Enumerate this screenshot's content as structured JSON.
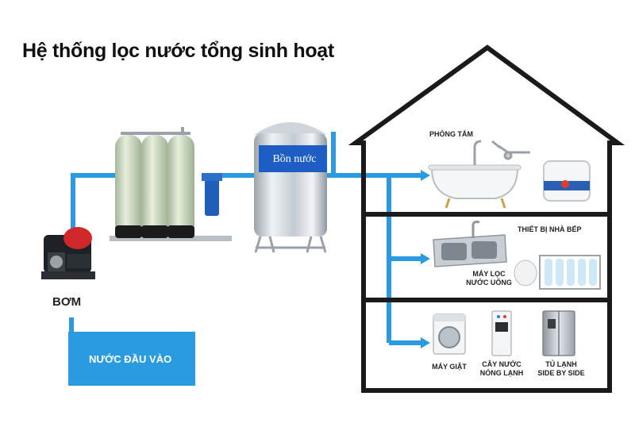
{
  "title": "Hệ thống lọc nước tổng sinh hoạt",
  "pump": {
    "label": "BƠM",
    "icon": "water-pump-icon"
  },
  "inlet": {
    "label": "NƯỚC ĐẦU VÀO"
  },
  "filters": {
    "icon": "filter-columns-icon"
  },
  "tank": {
    "label": "Bồn nước",
    "icon": "stainless-water-tank-icon"
  },
  "house": {
    "rooms": {
      "bathroom": {
        "label": "PHÒNG TẮM"
      },
      "kitchen": {
        "label": "THIẾT BỊ NHÀ BẾP",
        "purifier_line1": "MÁY LỌC",
        "purifier_line2": "NƯỚC UỐNG"
      },
      "appliances": {
        "washer": {
          "line1": "MÁY GIẶT"
        },
        "dispenser": {
          "line1": "CÂY NƯỚC",
          "line2": "NÓNG LẠNH"
        },
        "fridge": {
          "line1": "TỦ LẠNH",
          "line2": "SIDE BY SIDE"
        }
      }
    }
  },
  "colors": {
    "pipe": "#2a9be0",
    "house_outline": "#1a1a1a",
    "inlet_box": "#2a9be0"
  }
}
